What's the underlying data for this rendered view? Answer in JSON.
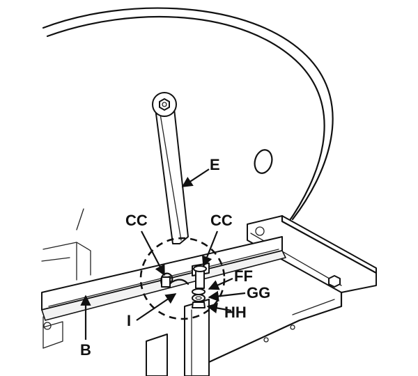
{
  "callouts": {
    "e": "E",
    "cc_left": "CC",
    "cc_right": "CC",
    "ff": "FF",
    "gg": "GG",
    "hh": "HH",
    "i": "I",
    "b": "B"
  },
  "colors": {
    "line": "#111111",
    "background": "#ffffff"
  }
}
